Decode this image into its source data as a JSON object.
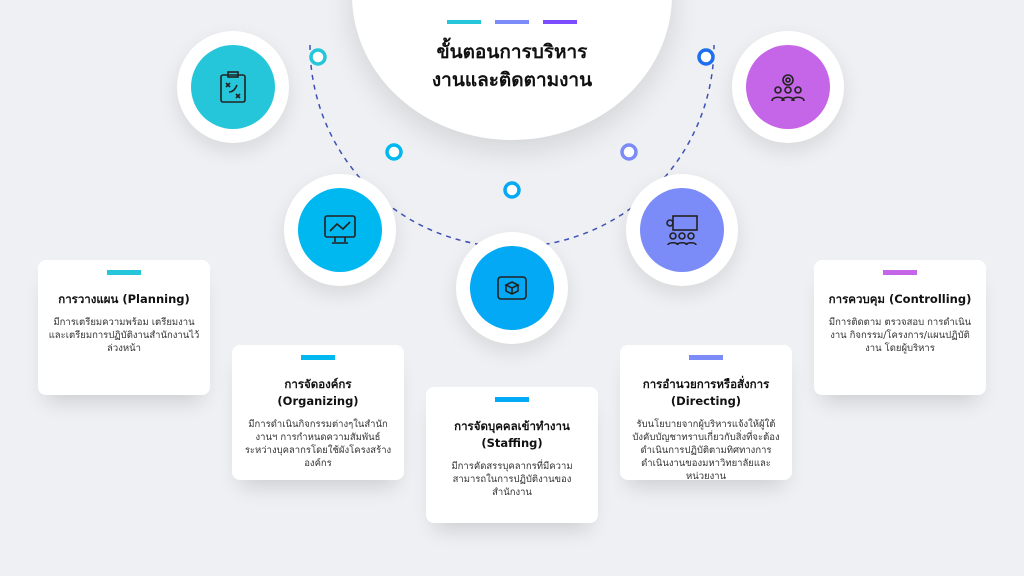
{
  "title_lines": [
    "ขั้นตอนการบริหาร",
    "งานและติดตามงาน"
  ],
  "colors": {
    "planning": "#26c6da",
    "organizing": "#00b8f0",
    "staffing": "#03a9f4",
    "directing": "#7b8cf8",
    "controlling": "#c566e8",
    "accent3": "#7c4dff"
  },
  "steps": [
    {
      "title": "การวางแผน (Planning)",
      "desc": "มีการเตรียมความพร้อม เตรียมงาน และเตรียมการปฏิบัติงานสำนักงานไว้ล่วงหน้า",
      "icon": "clipboard-strategy-icon"
    },
    {
      "title": "การจัดองค์กร (Organizing)",
      "desc": "มีการดำเนินกิจกรรมต่างๆในสำนักงานฯ การกำหนดความสัมพันธ์ระหว่างบุคลากรโดยใช้ผังโครงสร้างองค์กร",
      "icon": "monitor-chart-icon"
    },
    {
      "title": "การจัดบุคคลเข้าทำงาน (Staffing)",
      "desc": "มีการคัดสรรบุคลากรที่มีความสามารถในการปฏิบัติงานของสำนักงาน",
      "icon": "blueprint-icon"
    },
    {
      "title": "การอำนวยการหรือสั่งการ (Directing)",
      "desc": "รับนโยบายจากผู้บริหารแจ้งให้ผู้ใต้บังคับบัญชาทราบเกี่ยวกับสิ่งที่จะต้องดำเนินการปฏิบัติตามทิศทางการดำเนินงานของมหาวิทยาลัยและหน่วยงาน",
      "icon": "presentation-icon"
    },
    {
      "title": "การควบคุม (Controlling)",
      "desc": "มีการติดตาม ตรวจสอบ การดำเนินงาน กิจกรรม/โครงการ/แผนปฏิบัติงาน โดยผู้บริหาร",
      "icon": "team-gear-icon"
    }
  ]
}
